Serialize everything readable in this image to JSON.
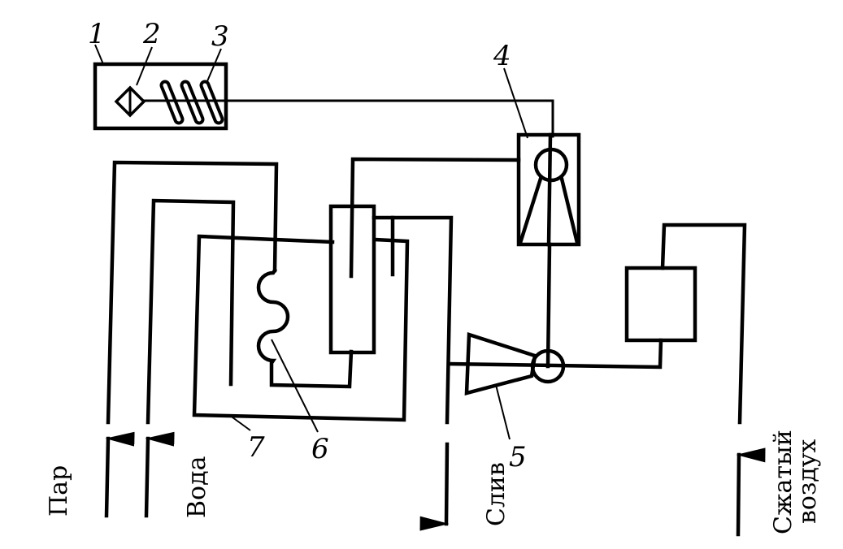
{
  "diagram": {
    "type": "schematic",
    "callouts": [
      {
        "id": "1",
        "label": "1"
      },
      {
        "id": "2",
        "label": "2"
      },
      {
        "id": "3",
        "label": "3"
      },
      {
        "id": "4",
        "label": "4"
      },
      {
        "id": "5",
        "label": "5"
      },
      {
        "id": "6",
        "label": "6"
      },
      {
        "id": "7",
        "label": "7"
      }
    ],
    "flows": {
      "steam": {
        "label": "Пар",
        "direction": "in"
      },
      "water": {
        "label": "Вода",
        "direction": "in"
      },
      "drain": {
        "label": "Слив",
        "direction": "out"
      },
      "air_line1": {
        "label": "Сжатый"
      },
      "air_line2": {
        "label": "воздух"
      },
      "air_direction": "in"
    },
    "colors": {
      "stroke": "#000000",
      "background": "#ffffff"
    }
  }
}
